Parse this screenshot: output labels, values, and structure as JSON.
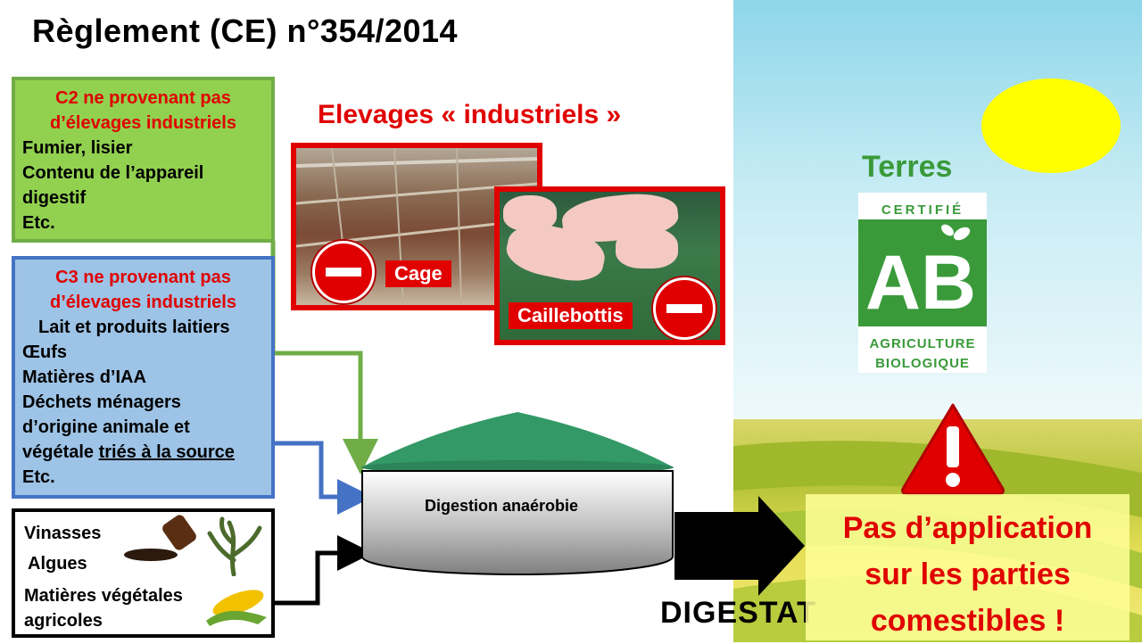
{
  "title": "Règlement (CE) n°354/2014",
  "boxes": {
    "c2": {
      "heading_1": "C2 ne provenant pas",
      "heading_2": "d’élevages industriels",
      "items": [
        "Fumier, lisier",
        "Contenu de l’appareil",
        "digestif",
        "Etc."
      ]
    },
    "c3": {
      "heading_1": "C3 ne provenant pas",
      "heading_2": "d’élevages industriels",
      "items": [
        "Lait et produits laitiers",
        "Œufs",
        "Matières d’IAA",
        "Déchets ménagers",
        "d’origine animale et"
      ],
      "last_prefix": "végétale ",
      "last_underlined": "triés à la source",
      "etc": "Etc."
    },
    "veg": {
      "items": [
        "Vinasses",
        "Algues",
        "Matières végétales",
        "agricoles"
      ]
    }
  },
  "elevages": {
    "title": "Elevages « industriels »",
    "cage_label": "Cage",
    "caillebottis_label": "Caillebottis"
  },
  "terres": "Terres",
  "ab_logo": {
    "top": "CERTIFIÉ",
    "letters": "AB",
    "bottom_1": "AGRICULTURE",
    "bottom_2": "BIOLOGIQUE"
  },
  "tank_label": "Digestion anaérobie",
  "digestat": "DIGESTAT",
  "warning": {
    "line_1": "Pas d’application",
    "line_2": "sur les parties",
    "line_3": "comestibles !"
  },
  "colors": {
    "c2_fill": "#92d050",
    "c2_border": "#70ad47",
    "c3_fill": "#9dc3e6",
    "c3_border": "#4472c4",
    "accent_red": "#e00000",
    "tank_green": "#339966",
    "ab_green": "#3a9a3a"
  }
}
